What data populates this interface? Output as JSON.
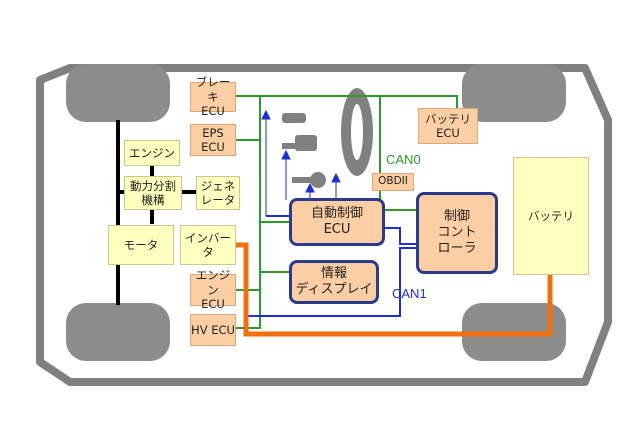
{
  "boxes": {
    "brake_ecu": "ブレーキ\nECU",
    "eps_ecu": "EPS\nECU",
    "battery_ecu": "バッテリ\nECU",
    "engine": "エンジン",
    "power_split": "動力分割\n機構",
    "generator": "ジェネ\nレータ",
    "motor": "モータ",
    "inverter": "インバータ",
    "engine_ecu": "エンジン\nECU",
    "hv_ecu": "HV ECU",
    "auto_ecu": "自動制御\nECU",
    "info_display": "情報\nディスプレイ",
    "controller": "制御\nコント\nローラ",
    "battery": "バッテリ",
    "obd": "OBDII"
  },
  "buses": {
    "can0": "CAN0",
    "can1": "CAN1"
  },
  "colors": {
    "can0": "#2e9a2e",
    "can1": "#1f2fd0",
    "power": "#f07010",
    "ecu_fill": "#fbcfa3"
  }
}
